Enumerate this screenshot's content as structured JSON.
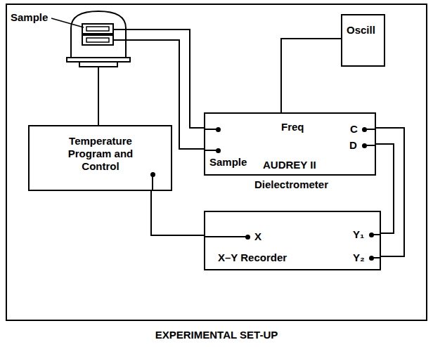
{
  "diagram": {
    "caption": "EXPERIMENTAL SET-UP",
    "nodes": [
      {
        "text": [
          "Sample"
        ]
      },
      {
        "text": [
          "Temperature Program and Control"
        ]
      },
      {
        "text": [
          "Freq",
          "Sample",
          "C",
          "D",
          "AUDREY II",
          "Dielectrometer"
        ]
      },
      {
        "text": [
          "Oscill"
        ]
      },
      {
        "text": [
          "X",
          "Y₁",
          "Y₂",
          "X–Y Recorder"
        ]
      }
    ],
    "edges": [
      {
        "from": 0,
        "to": 1,
        "arrow": "none"
      },
      {
        "from": 0,
        "to": 2,
        "arrow": "none"
      },
      {
        "from": 0,
        "to": 2,
        "arrow": "none"
      },
      {
        "from": 3,
        "to": 2,
        "arrow": "none"
      },
      {
        "from": 2,
        "to": 4,
        "arrow": "none"
      },
      {
        "from": 2,
        "to": 4,
        "arrow": "none"
      },
      {
        "from": 1,
        "to": 4,
        "arrow": "none"
      }
    ]
  }
}
